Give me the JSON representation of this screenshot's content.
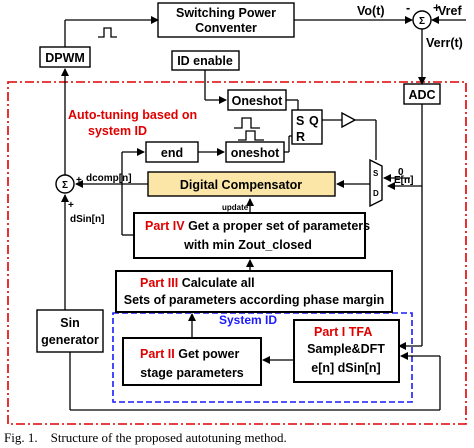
{
  "colors": {
    "auto_tuning_border": "#e00000",
    "system_id_border": "#1a1aff",
    "digital_compensator_fill": "#fbe6a8"
  },
  "blocks": {
    "switching_power_converter": [
      "Switching Power",
      "Conventer"
    ],
    "dpwm": "DPWM",
    "adc": "ADC",
    "id_enable": "ID enable",
    "oneshot_top": "Oneshot",
    "end": "end",
    "oneshot_mid": "oneshot",
    "digital_compensator": "Digital Compensator",
    "sin_generator": [
      "Sin",
      "generator"
    ]
  },
  "parts": {
    "part4": {
      "tag": "Part IV",
      "line1": " Get a proper set of parameters",
      "line2": "with min Zout_closed"
    },
    "part3": {
      "tag": "Part III",
      "line1": " Calculate all",
      "line2": "Sets of parameters according phase margin"
    },
    "part2": {
      "tag": "Part II",
      "line1": " Get power",
      "line2": "stage parameters"
    },
    "part1": {
      "tag": "Part I",
      "title_rest": "  TFA",
      "line1": "Sample&DFT",
      "line2": "e[n] dSin[n]"
    }
  },
  "region_labels": {
    "auto_tuning": [
      "Auto-tuning based on",
      "system ID"
    ],
    "system_id": "System ID"
  },
  "signals": {
    "vo": "Vo(t)",
    "vref": "Vref",
    "verr": "Verr(t)",
    "dcomp": "dcomp[n]",
    "dsin": "dSin[n]",
    "en": "E[n]",
    "update": "update",
    "zero": "0",
    "sr_s": "S",
    "sr_r": "R",
    "sr_q": "Q",
    "mux_s": "S",
    "mux_d": "D",
    "sum_sign": "Σ",
    "minus": "-",
    "plus": "+"
  },
  "caption": "Fig. 1.    Structure of the proposed autotuning method."
}
